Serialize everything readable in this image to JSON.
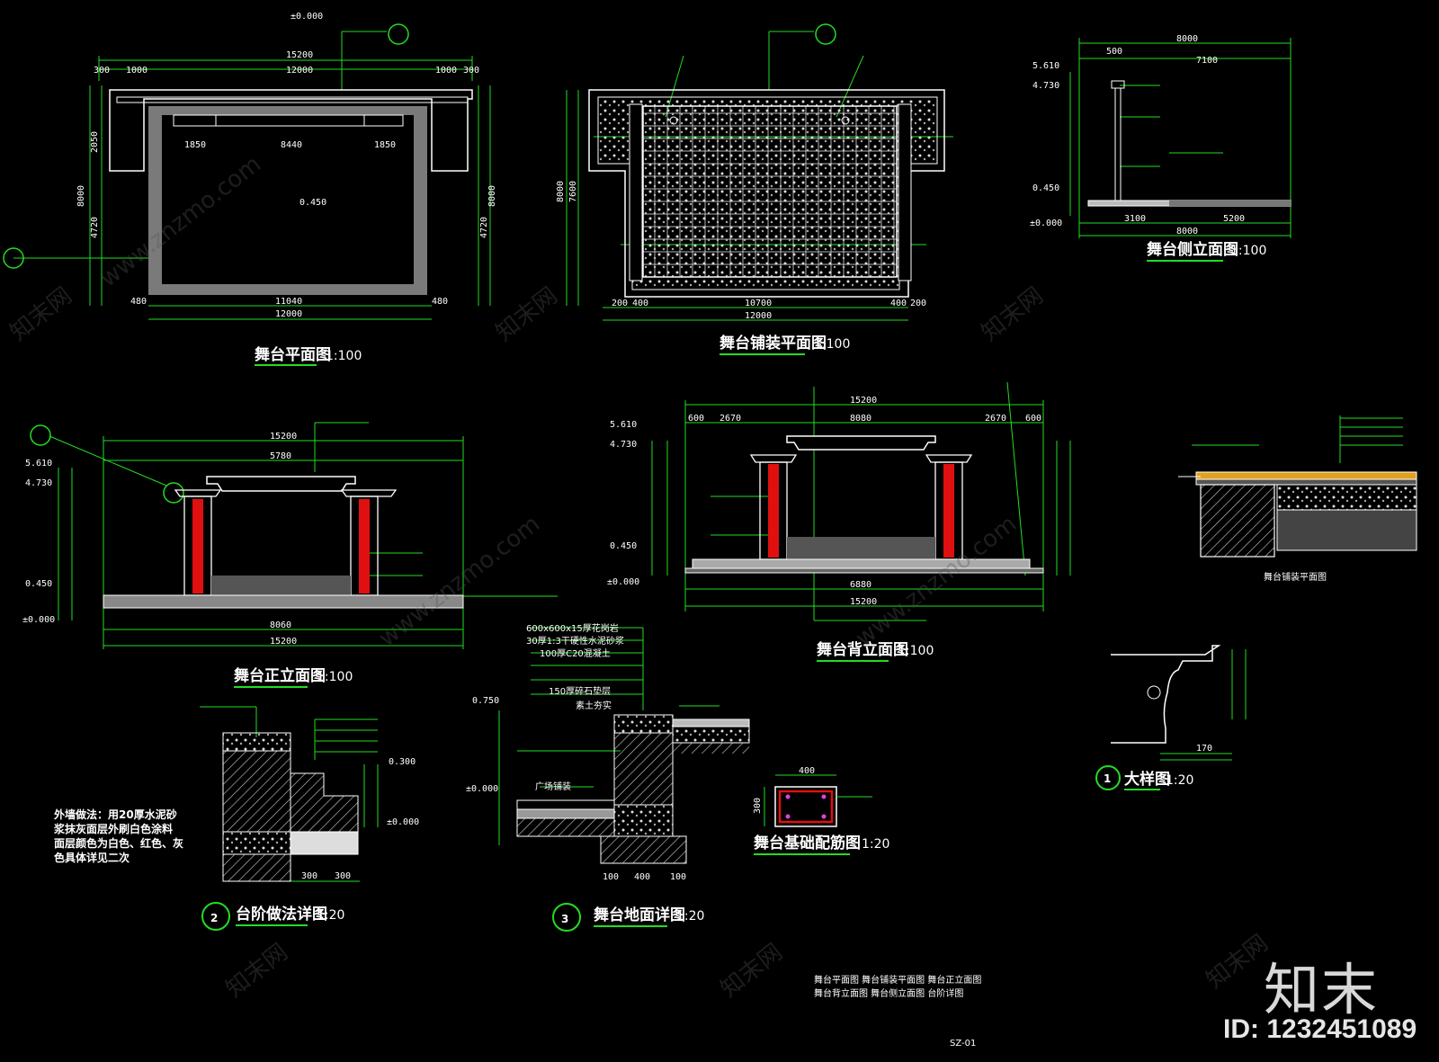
{
  "drawings": {
    "plan": {
      "title": "舞台平面图",
      "scale": "1:100",
      "elev_top": "±0.000",
      "elev_mid": "0.450"
    },
    "paving": {
      "title": "舞台铺装平面图",
      "scale": "1:100"
    },
    "side": {
      "title": "舞台侧立面图",
      "scale": "1:100"
    },
    "front": {
      "title": "舞台正立面图",
      "scale": "1:100"
    },
    "back": {
      "title": "舞台背立面图",
      "scale": "1:100"
    },
    "steps": {
      "title": "台阶做法详图",
      "scale": "1:20",
      "num": "2"
    },
    "ground": {
      "title": "舞台地面详图",
      "scale": "1:20",
      "num": "3"
    },
    "column": {
      "title": "舞台基础配筋图",
      "scale": "1:20"
    },
    "detail": {
      "title": "大样图",
      "scale": "1:20",
      "num": "1"
    }
  },
  "dims": {
    "plan_total": "15200",
    "plan_inner": "12000",
    "plan_left": "300",
    "plan_left2": "1000",
    "plan_right": "1000",
    "plan_right2": "300",
    "plan_seg1": "1850",
    "plan_seg2": "8440",
    "plan_seg3": "1850",
    "plan_bot_inner": "11040",
    "plan_bot_total": "12000",
    "plan_bot_l": "480",
    "plan_bot_r": "480",
    "plan_v1": "8000",
    "plan_v2": "4720",
    "plan_v3": "2050",
    "pave_bot1": "10700",
    "pave_bot2": "12000",
    "pave_l1": "200",
    "pave_l2": "400",
    "pave_r1": "400",
    "pave_r2": "200",
    "pave_v1": "8000",
    "pave_v2": "7600",
    "side_top": "8000",
    "side_500": "500",
    "side_7100": "7100",
    "side_3100": "3100",
    "side_5200": "5200",
    "side_bot": "8000",
    "side_e1": "5.610",
    "side_e2": "4.730",
    "side_e3": "0.450",
    "side_e4": "±0.000",
    "front_total": "15200",
    "front_mid": "5780",
    "front_bot": "15200",
    "front_bot_mid": "8060",
    "front_e1": "5.610",
    "front_e2": "4.730",
    "front_e3": "0.450",
    "front_e4": "±0.000",
    "back_total": "15200",
    "back_mid": "8080",
    "back_l": "2670",
    "back_r": "2670",
    "back_lo": "600",
    "back_ro": "600",
    "back_e1": "5.610",
    "back_e2": "4.730",
    "back_e3": "0.450",
    "back_e4": "±0.000",
    "back_bot": "15200",
    "back_bot_mid": "6880",
    "col_w": "400",
    "col_h": "300",
    "steps_e": "0.300",
    "steps_e0": "±0.000",
    "steps_w1": "300",
    "steps_w2": "300",
    "ground_e": "0.750",
    "ground_e0": "±0.000",
    "ground_w1": "100",
    "ground_w2": "400",
    "ground_w3": "100",
    "detail_w": "170"
  },
  "notes": {
    "steps_note1": "外墙做法：用20厚水泥砂",
    "steps_note2": "浆抹灰面层外刷白色涂料",
    "steps_note3": "面层颜色为白色、红色、灰",
    "steps_note4": "色具体详见二次",
    "index_list1": "舞台平面图  舞台铺装平面图  舞台正立面图",
    "index_list2": "舞台背立面图  舞台侧立面图  台阶详图",
    "sheet_no": "SZ-01",
    "ground_layer1": "600x600x15厚花岗岩",
    "ground_layer2": "30厚1:3干硬性水泥砂浆",
    "ground_layer3": "100厚C20混凝土",
    "ground_layer4": "150厚碎石垫层",
    "ground_layer5": "素土夯实",
    "ground_label": "广场铺装"
  },
  "watermark": {
    "brand": "知末",
    "id": "ID: 1232451089",
    "site": "www.znzmo.com",
    "site_cn": "知末网"
  },
  "colors": {
    "line": "#ffffff",
    "dim": "#22dd22",
    "column": "#e01010",
    "fill": "#7a7a7a"
  }
}
